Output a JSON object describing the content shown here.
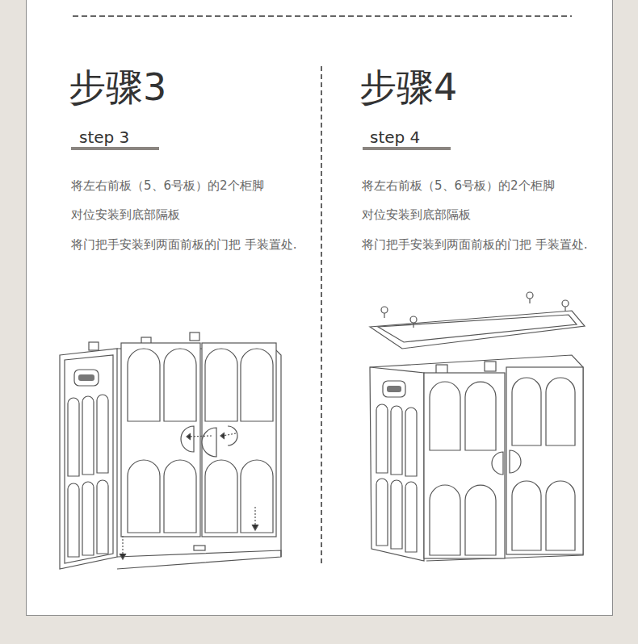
{
  "diagram": {
    "labels": [
      "步骤3",
      "step 3",
      "将左右前板（5、6号板）的2个柜脚 对位安装到底部隔板",
      "将门把手安装到两面前板的门把 手装置处.",
      "步骤4",
      "step 4",
      "将左右前板（5、6号板）的2个柜脚 对位安装到底部隔板",
      "将门把手安装到两面前板的门把 手装置处."
    ]
  }
}
